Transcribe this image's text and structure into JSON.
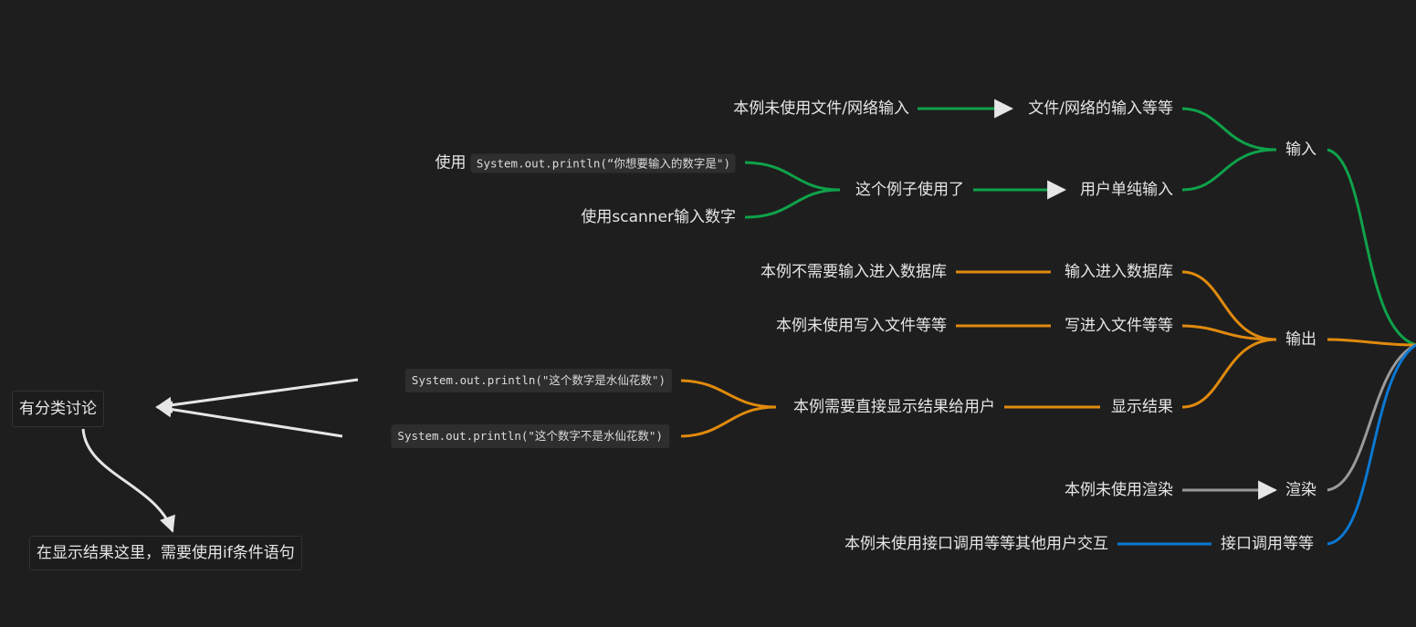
{
  "colors": {
    "background": "#1e1e1e",
    "input": "#0fa24a",
    "output": "#e08a0e",
    "render": "#9a9a9a",
    "api": "#0a78d2",
    "manual": "#e6e6e6",
    "text": "#e6e6e6"
  },
  "nodes": {
    "input": "输入",
    "output": "输出",
    "render": "渲染",
    "api": "接口调用等等",
    "file_net_input": "文件/网络的输入等等",
    "user_input": "用户单纯输入",
    "no_file_input": "本例未使用文件/网络输入",
    "this_example": "这个例子使用了",
    "use_prefix": "使用",
    "println_prompt_code": "System.out.println(“你想要输入的数字是\")",
    "use_scanner": "使用scanner输入数字",
    "db_input": "输入进入数据库",
    "no_db": "本例不需要输入进入数据库",
    "write_file": "写进入文件等等",
    "no_write_file": "本例未使用写入文件等等",
    "show_result": "显示结果",
    "direct_show": "本例需要直接显示结果给用户",
    "println_yes_code": "System.out.println(\"这个数字是水仙花数\")",
    "println_no_code": "System.out.println(\"这个数字不是水仙花数\")",
    "no_render": "本例未使用渲染",
    "no_api": "本例未使用接口调用等等其他用户交互",
    "discussion": "有分类讨论",
    "if_note": "在显示结果这里，需要使用if条件语句"
  }
}
